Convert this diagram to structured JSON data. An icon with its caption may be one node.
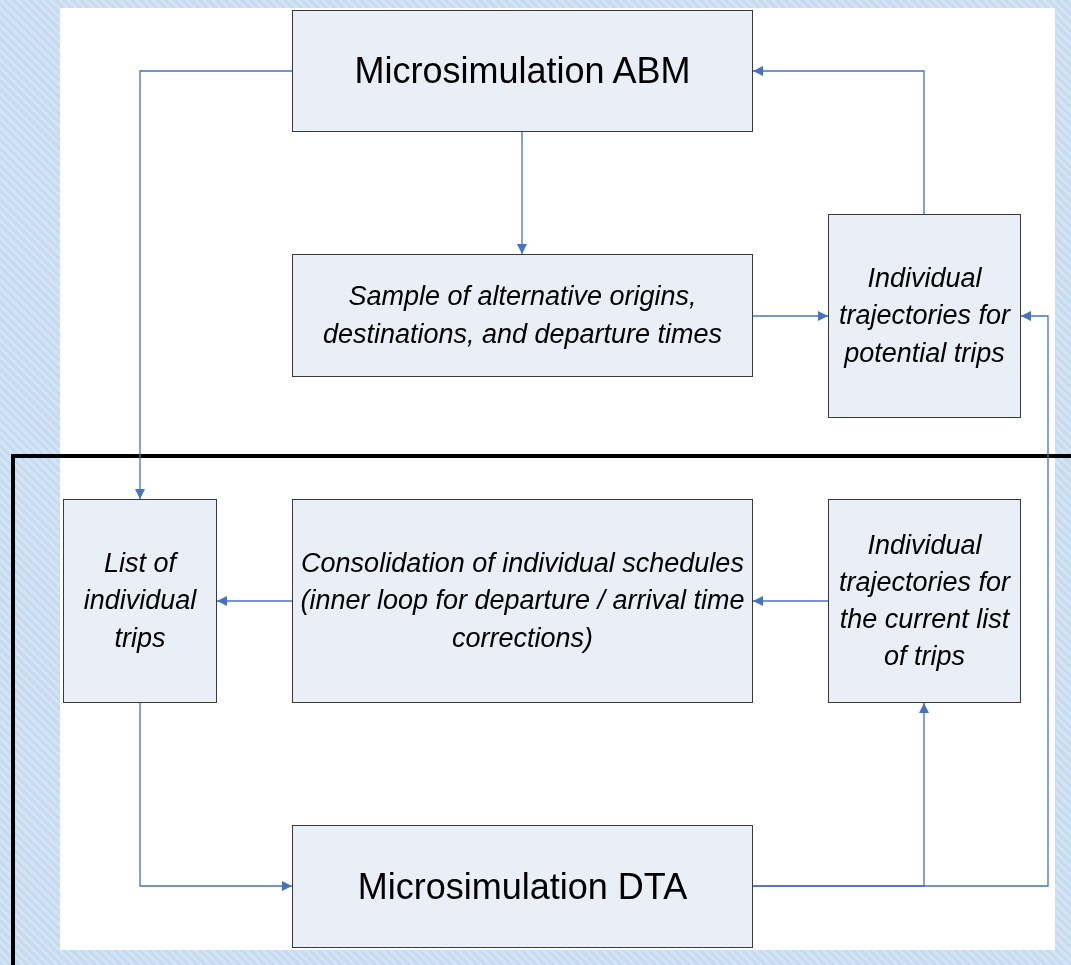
{
  "diagram": {
    "nodes": [
      {
        "text": [
          "Microsimulation ABM"
        ]
      },
      {
        "text": [
          "Sample of alternative origins, destinations, and departure times"
        ]
      },
      {
        "text": [
          "Individual trajectories for potential trips"
        ]
      },
      {
        "text": [
          "List of individual trips"
        ]
      },
      {
        "text": [
          "Consolidation of individual schedules (inner loop for departure / arrival time corrections)"
        ]
      },
      {
        "text": [
          "Individual trajectories for the current list of trips"
        ]
      },
      {
        "text": [
          "Microsimulation DTA"
        ]
      }
    ],
    "edges": [
      {
        "from": 0,
        "to": 1,
        "arrow": "to"
      },
      {
        "from": 1,
        "to": 2,
        "arrow": "to"
      },
      {
        "from": 2,
        "to": 0,
        "arrow": "to"
      },
      {
        "from": 0,
        "to": 3,
        "arrow": "to"
      },
      {
        "from": 5,
        "to": 4,
        "arrow": "to"
      },
      {
        "from": 4,
        "to": 3,
        "arrow": "to"
      },
      {
        "from": 3,
        "to": 6,
        "arrow": "to"
      },
      {
        "from": 6,
        "to": 5,
        "arrow": "to"
      },
      {
        "from": 6,
        "to": 2,
        "arrow": "to"
      }
    ]
  }
}
